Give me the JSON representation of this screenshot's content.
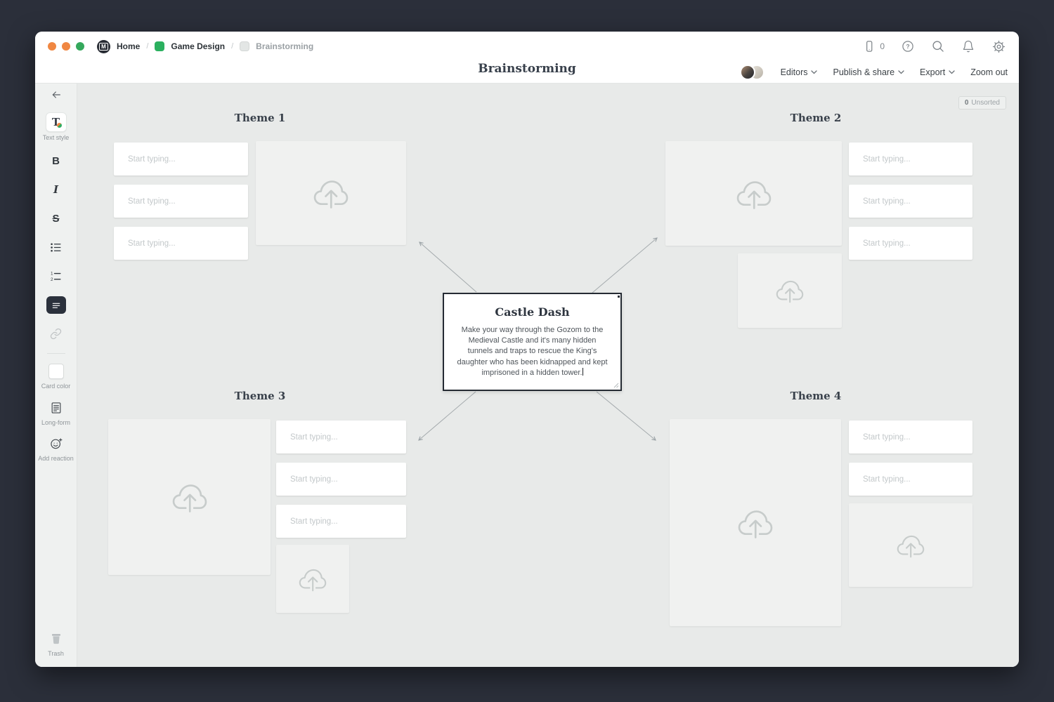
{
  "window": {
    "traffic_lights": [
      "#f08742",
      "#f08742",
      "#35a85c"
    ],
    "frame_color": "#2b2f3a"
  },
  "topbar": {
    "logo_letter": "M",
    "breadcrumb": [
      {
        "label": "Home"
      },
      {
        "label": "Game Design"
      },
      {
        "label": "Brainstorming"
      }
    ],
    "separator": "/",
    "device_count": "0",
    "help_glyph": "?",
    "icons": [
      "mobile-icon",
      "help-icon",
      "search-icon",
      "bell-icon",
      "gear-icon"
    ]
  },
  "titlebar": {
    "title": "Brainstorming",
    "editors_label": "Editors",
    "publish_label": "Publish & share",
    "export_label": "Export",
    "zoom_out_label": "Zoom out"
  },
  "sidebar": {
    "text_style": {
      "glyph": "T",
      "label": "Text style"
    },
    "bold_glyph": "B",
    "italic_glyph": "I",
    "strike_glyph": "S",
    "numbered_list_digits": [
      "1",
      "2"
    ],
    "card_color_label": "Card color",
    "long_form_label": "Long-form",
    "add_reaction_label": "Add reaction",
    "trash_label": "Trash",
    "icons": [
      "back-arrow-icon",
      "bullet-list-icon",
      "numbered-list-icon",
      "card-text-icon",
      "link-icon",
      "long-form-icon",
      "add-reaction-icon",
      "trash-icon"
    ]
  },
  "canvas": {
    "background": "#e8eae9",
    "unsorted_badge": {
      "count": "0",
      "label": "Unsorted"
    },
    "start_typing_placeholder": "Start typing...",
    "themes": [
      {
        "heading": "Theme 1"
      },
      {
        "heading": "Theme 2"
      },
      {
        "heading": "Theme 3"
      },
      {
        "heading": "Theme 4"
      }
    ],
    "center_card": {
      "title": "Castle Dash",
      "body": "Make your way through the Gozom to the Medieval Castle and it's many hidden tunnels and traps to rescue the King's daughter who has been kidnapped and kept imprisoned in a hidden tower."
    },
    "upload_icon": "cloud-upload-icon"
  }
}
